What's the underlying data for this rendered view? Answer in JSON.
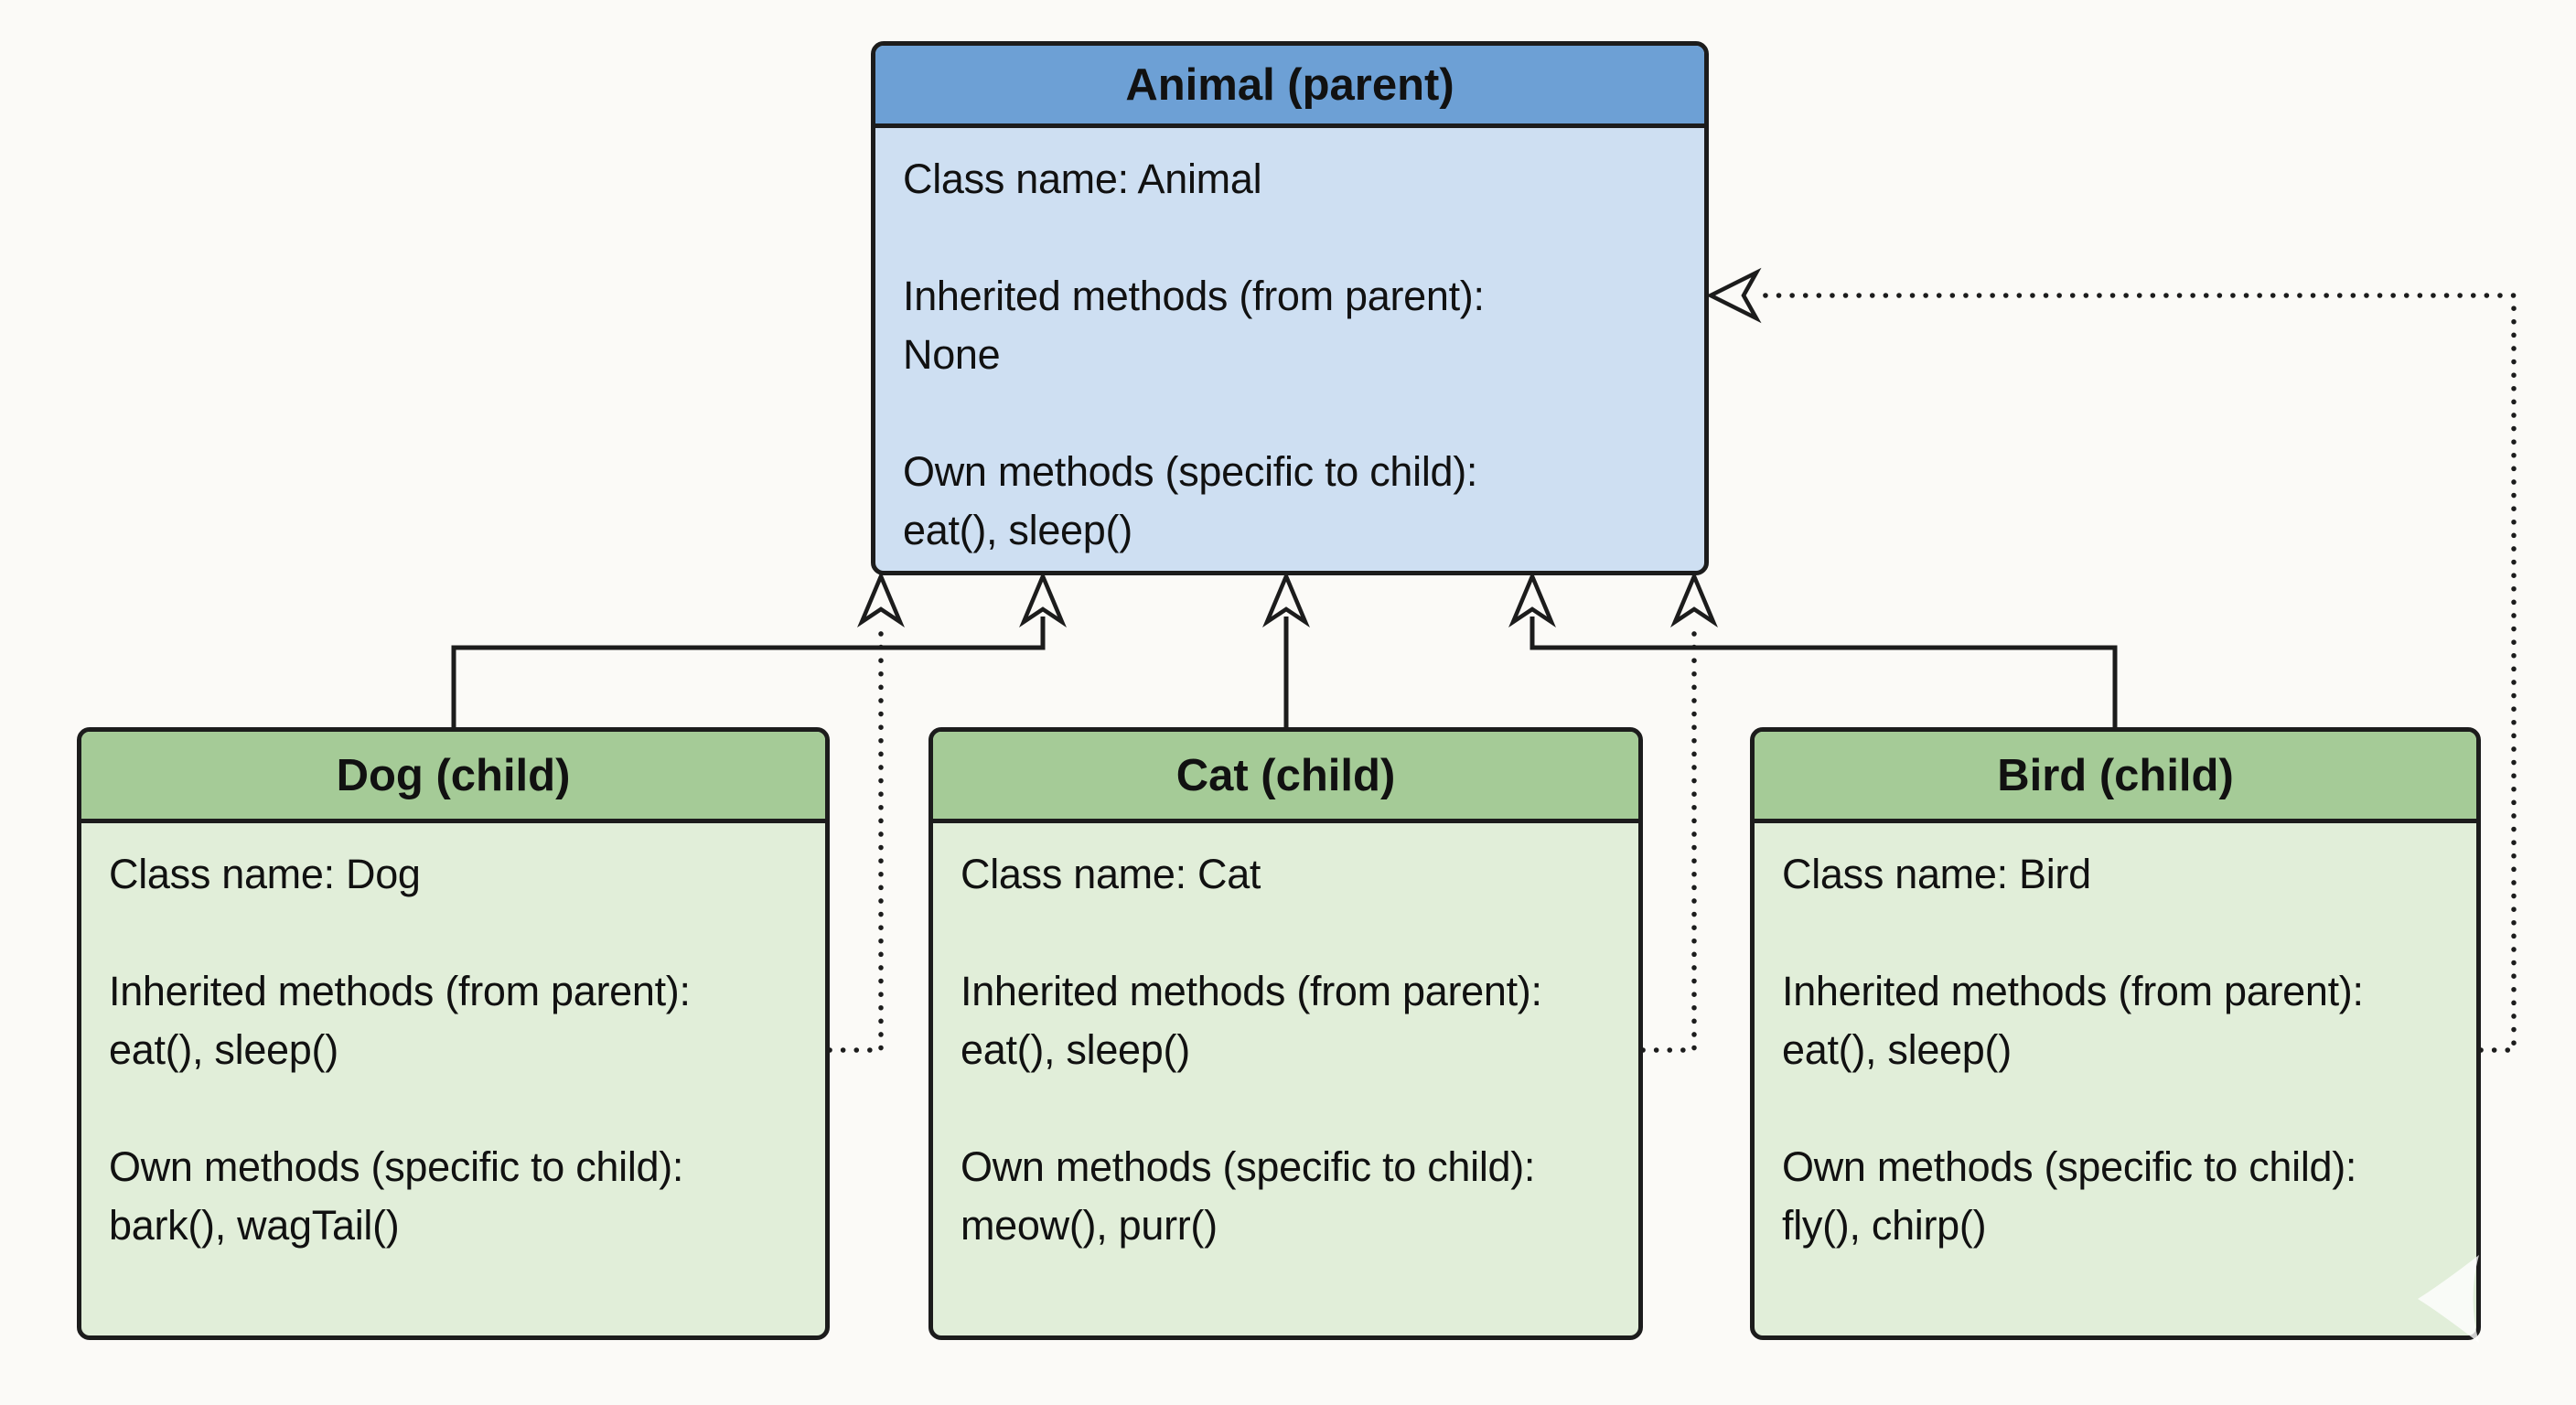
{
  "parent": {
    "title": "Animal (parent)",
    "class_name": "Class name: Animal",
    "inherited_label": "Inherited methods (from parent):",
    "inherited_value": "None",
    "own_label": "Own methods (specific to child):",
    "own_value": "eat(), sleep()"
  },
  "children": [
    {
      "title": "Dog (child)",
      "class_name": "Class name: Dog",
      "inherited_label": "Inherited methods (from parent):",
      "inherited_value": "eat(), sleep()",
      "own_label": "Own methods (specific to child):",
      "own_value": "bark(), wagTail()"
    },
    {
      "title": "Cat (child)",
      "class_name": "Class name: Cat",
      "inherited_label": "Inherited methods (from parent):",
      "inherited_value": "eat(), sleep()",
      "own_label": "Own methods (specific to child):",
      "own_value": "meow(), purr()"
    },
    {
      "title": "Bird (child)",
      "class_name": "Class name: Bird",
      "inherited_label": "Inherited methods (from parent):",
      "inherited_value": "eat(), sleep()",
      "own_label": "Own methods (specific to child):",
      "own_value": "fly(), chirp()"
    }
  ],
  "connections": [
    {
      "from": "Dog (child)",
      "to": "Animal (parent)",
      "line": "solid",
      "arrow": "hollow-triangle"
    },
    {
      "from": "Cat (child)",
      "to": "Animal (parent)",
      "line": "solid",
      "arrow": "hollow-triangle"
    },
    {
      "from": "Bird (child)",
      "to": "Animal (parent)",
      "line": "solid",
      "arrow": "hollow-triangle"
    },
    {
      "from": "Dog (child)",
      "to": "Animal (parent)",
      "line": "dotted",
      "arrow": "hollow-triangle"
    },
    {
      "from": "Cat (child)",
      "to": "Animal (parent)",
      "line": "dotted",
      "arrow": "hollow-triangle"
    },
    {
      "from": "Bird (child)",
      "to": "Animal (parent)",
      "line": "dotted",
      "arrow": "hollow-triangle"
    }
  ],
  "colors": {
    "canvas-bg": "#fbfaf7",
    "line-color": "#1c1c1c",
    "text-color": "#111111",
    "parent-header-bg": "#6da0d5",
    "parent-body-bg": "#cedff2",
    "child-header-bg": "#a5cb97",
    "child-body-bg": "#e1eed9"
  }
}
